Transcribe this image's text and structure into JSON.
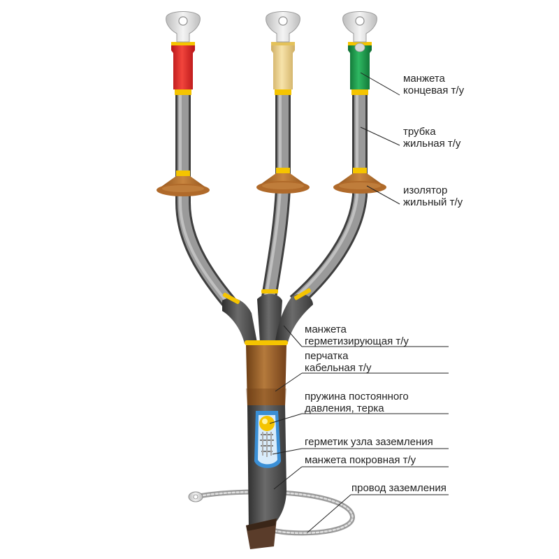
{
  "callouts": [
    {
      "id": "cuff-end",
      "lines": [
        "манжета",
        "концевая т/у"
      ]
    },
    {
      "id": "tube-core",
      "lines": [
        "трубка",
        "жильная т/у"
      ]
    },
    {
      "id": "insulator",
      "lines": [
        "изолятор",
        "жильный т/у"
      ]
    },
    {
      "id": "cuff-seal",
      "lines": [
        "манжета",
        "герметизирующая т/у"
      ]
    },
    {
      "id": "glove",
      "lines": [
        "перчатка",
        "кабельная т/у"
      ]
    },
    {
      "id": "spring",
      "lines": [
        "пружина постоянного",
        "давления, терка"
      ]
    },
    {
      "id": "sealant",
      "lines": [
        "герметик узла заземления"
      ]
    },
    {
      "id": "cuff-cover",
      "lines": [
        "манжета покровная т/у"
      ]
    },
    {
      "id": "ground-wire",
      "lines": [
        "провод заземления"
      ]
    }
  ],
  "phase_colors": {
    "phase_1": "#e8262a",
    "phase_2": "#f0d58f",
    "phase_3": "#1a9a4a"
  },
  "colors": {
    "tube": "#8c8c8c",
    "insulator": "#b06a2a",
    "glove": "#9a5a22",
    "yellow_band": "#f5c400",
    "cable_dark": "#444444",
    "leader_line": "#222222"
  }
}
